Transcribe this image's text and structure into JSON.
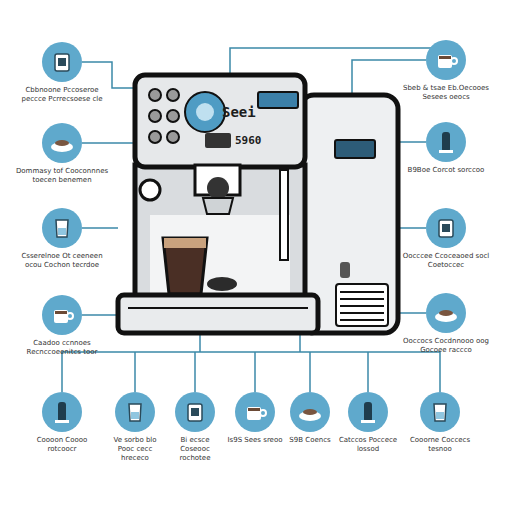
{
  "diagram": {
    "nodes": [
      {
        "text": [
          "Cbbnoone Pccoseroe peccce Pcrrecsoese cle"
        ]
      },
      {
        "text": [
          "Sbeb & tsae Eb.Oecooes Sesees oeocs"
        ]
      },
      {
        "text": [
          "Dommasy tof Cooconnnes toecen benemen"
        ]
      },
      {
        "text": [
          "B9Boe Corcot sorccoo"
        ]
      },
      {
        "text": [
          "Csserelnoe Ot ceeneen ocou Cochon tecrdoe"
        ]
      },
      {
        "text": [
          "Oocccee Ccoceaoed socl Coetoccec"
        ]
      },
      {
        "text": [
          "Caadoo ccnnoes Recnccoeenitcs toor"
        ]
      },
      {
        "text": [
          "Ooccocs Cocdnnooo oog Gocoee raccco"
        ]
      },
      {
        "text": [
          "Coooon Coooo rotcoocr"
        ]
      },
      {
        "text": [
          "Ve sorbo blo Pooc cecc hrececo"
        ]
      },
      {
        "text": [
          "Bi ecsce Coseooc rochotee"
        ]
      },
      {
        "text": [
          "Is9S Sees sreoo"
        ]
      },
      {
        "text": [
          "S9B Coencs"
        ]
      },
      {
        "text": [
          "Catccos Poccece lossod"
        ]
      },
      {
        "text": [
          "Cooorne Coccecs tesnoo"
        ]
      }
    ],
    "labels": [
      "Seei",
      "5960"
    ]
  }
}
